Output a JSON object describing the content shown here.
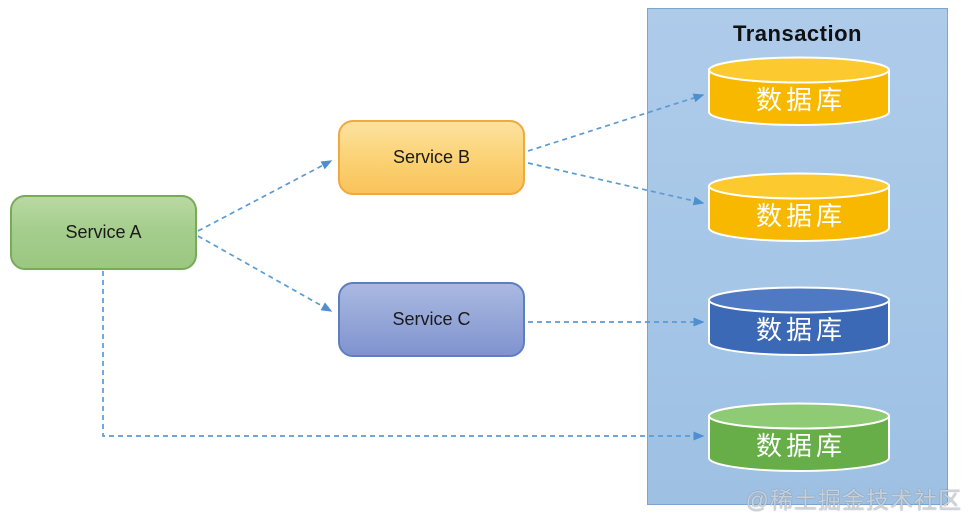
{
  "diagram": {
    "panel_title": "Transaction",
    "watermark": "@稀土掘金技术社区",
    "nodes": {
      "service_a": {
        "label": "Service A"
      },
      "service_b": {
        "label": "Service B"
      },
      "service_c": {
        "label": "Service C"
      }
    },
    "databases": [
      {
        "label": "数据库",
        "color_name": "yellow",
        "body": "#F9B800",
        "top": "#FCCA2E"
      },
      {
        "label": "数据库",
        "color_name": "yellow",
        "body": "#F9B800",
        "top": "#FCCA2E"
      },
      {
        "label": "数据库",
        "color_name": "blue",
        "body": "#3B69B5",
        "top": "#4F79C2"
      },
      {
        "label": "数据库",
        "color_name": "green",
        "body": "#67AE49",
        "top": "#8FCB74"
      }
    ],
    "edges": [
      {
        "from": "Service A",
        "to": "Service B",
        "style": "dashed-arrow"
      },
      {
        "from": "Service A",
        "to": "Service C",
        "style": "dashed-arrow"
      },
      {
        "from": "Service B",
        "to": "数据库-1",
        "style": "dashed-arrow"
      },
      {
        "from": "Service B",
        "to": "数据库-2",
        "style": "dashed-arrow"
      },
      {
        "from": "Service C",
        "to": "数据库-3",
        "style": "dashed-arrow"
      },
      {
        "from": "Service A",
        "to": "数据库-4",
        "style": "dashed-arrow-elbow"
      }
    ],
    "colors": {
      "panel_bg": "#A9C7E8",
      "panel_border": "#7BA6D4",
      "arrow": "#5B9BD5",
      "service_a_fill": "#A5CE8D",
      "service_a_border": "#77AB58",
      "service_b_fill": "#FBD172",
      "service_b_border": "#EFA93D",
      "service_c_fill": "#93A5D7",
      "service_c_border": "#5E7EC0",
      "db_stroke": "#FFFFFF",
      "db_text": "#FFFFFF"
    }
  }
}
